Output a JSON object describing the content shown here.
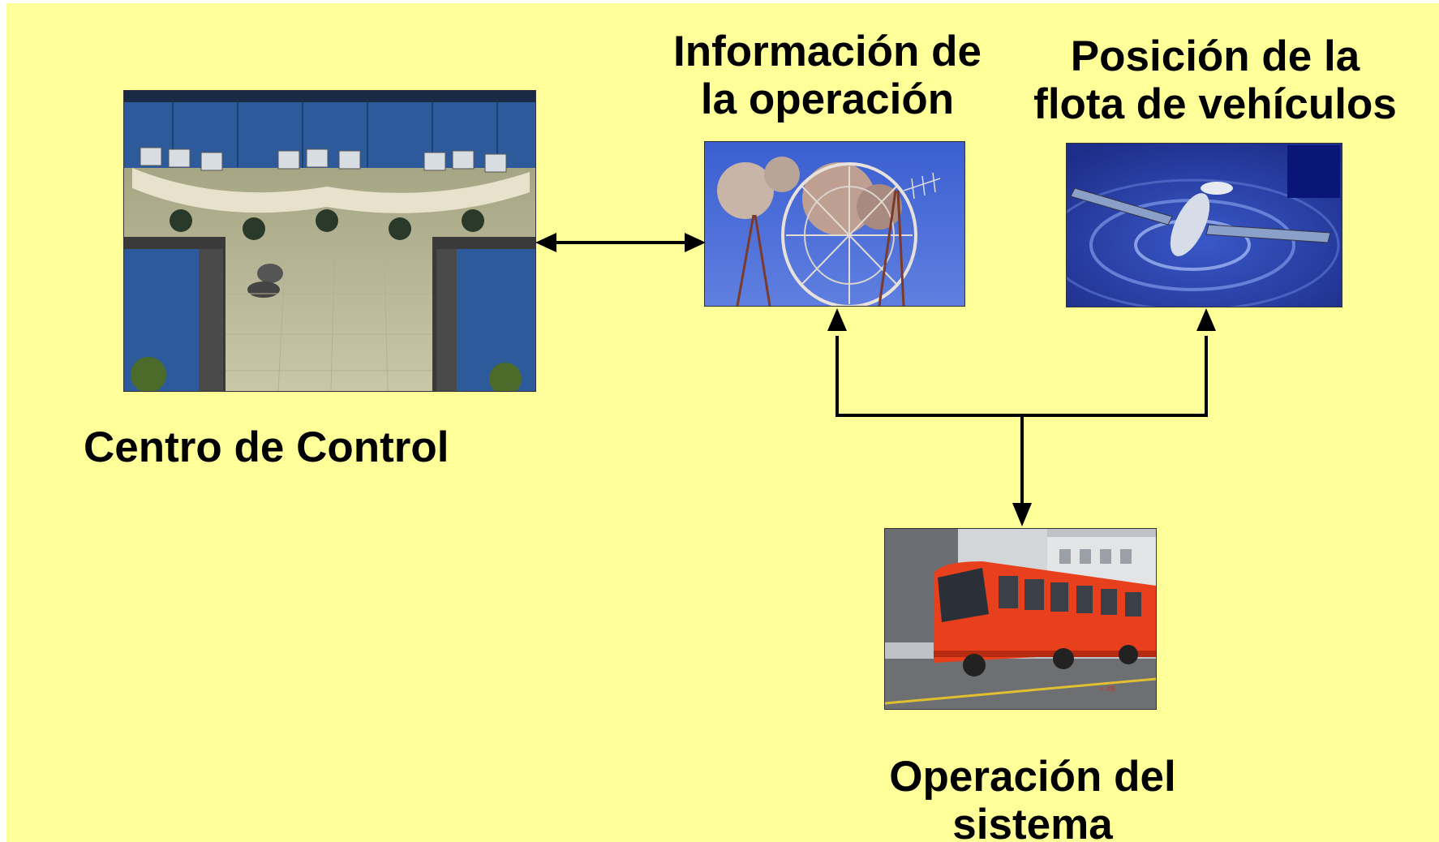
{
  "labels": {
    "control_center": "Centro de Control",
    "operation_info": [
      "Información de",
      "la operación"
    ],
    "fleet_position": [
      "Posición de la",
      "flota de vehículos"
    ],
    "system_operation": [
      "Operación del",
      "sistema"
    ]
  },
  "colors": {
    "background": "#ffff99",
    "arrow": "#000000",
    "text": "#000000"
  },
  "images": {
    "control_center": "control-room-photo",
    "operation_info": "antenna-tower-photo",
    "fleet_position": "satellite-photo",
    "system_operation": "red-bus-photo"
  }
}
